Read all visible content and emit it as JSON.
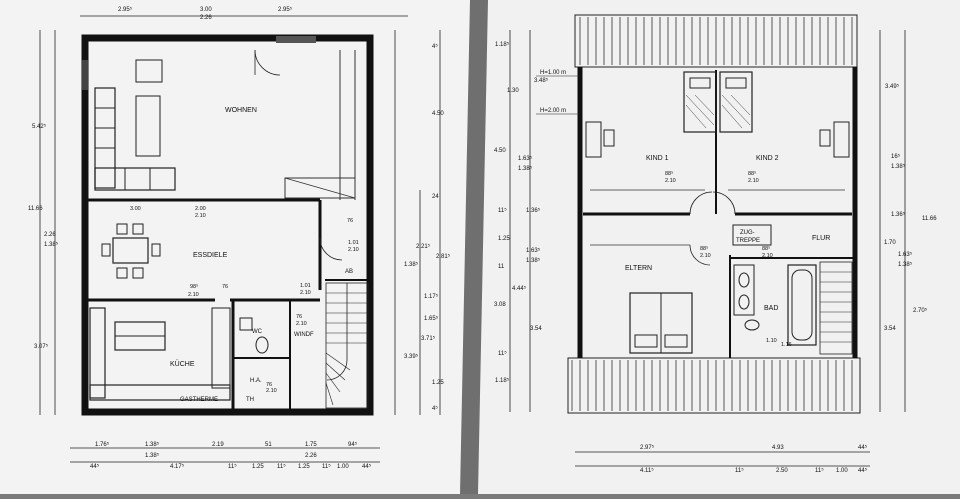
{
  "ground_floor": {
    "rooms": {
      "wohnen": "WOHNEN",
      "essdiele": "ESSDIELE",
      "kueche": "KÜCHE",
      "wc": "WC",
      "windf": "WINDF",
      "ha": "H.A.",
      "gastherme": "GASTHERME",
      "th": "TH",
      "ab": "AB"
    },
    "dims_top": [
      "2.95⁵",
      "3.00",
      "2.26",
      "2.95⁵"
    ],
    "dims_left": [
      "5.42⁵",
      "11.66",
      "2.26",
      "1.38⁵",
      "3.07⁵"
    ],
    "dims_right_outer": [
      "4.50",
      "2.81⁵",
      "3.39⁵"
    ],
    "dims_right_inner": [
      "4⁵",
      "24",
      "2.21⁵",
      "1.38⁵",
      "1.17⁵",
      "1.65⁵",
      "3.71⁵",
      "1.25",
      "4⁵"
    ],
    "dims_bottom_1": [
      "1.76⁵",
      "1.38⁵",
      "2.19",
      "51",
      "1.75",
      "94⁵"
    ],
    "dims_bottom_2": [
      "1.38⁵",
      "2.26"
    ],
    "dims_bottom_3": [
      "44⁵",
      "4.17⁵",
      "11⁵",
      "1.25",
      "11⁵",
      "1.25",
      "11⁵",
      "1.00",
      "44⁵"
    ],
    "openings": [
      "3.00",
      "2.00",
      "2.10",
      "76",
      "1.01",
      "2.10",
      "98⁵",
      "2.10",
      "76",
      "1.01",
      "2.10",
      "76",
      "2.10",
      "76",
      "2.10"
    ]
  },
  "upper_floor": {
    "rooms": {
      "kind1": "KIND 1",
      "kind2": "KIND 2",
      "eltern": "ELTERN",
      "bad": "BAD",
      "flur": "FLUR",
      "zugtreppe_1": "ZUG-",
      "zugtreppe_2": "TREPPE"
    },
    "headroom": [
      "H=1.00 m",
      "H=2.00 m"
    ],
    "dims_left": [
      "1.18⁵",
      "1.30",
      "4.50",
      "1.63⁵",
      "1.38⁵",
      "11⁵",
      "1.25",
      "11",
      "3.08",
      "11⁵",
      "1.18⁵"
    ],
    "dims_left_inner": [
      "3.48⁵",
      "1.36⁵",
      "1.63⁵",
      "1.38⁵",
      "4.44⁵",
      "3.54"
    ],
    "dims_right": [
      "3.49⁵",
      "16⁵",
      "1.38⁵",
      "1.36⁵",
      "11.66",
      "1.70",
      "1.63⁵",
      "1.38⁵",
      "2.70⁵",
      "3.54"
    ],
    "dims_bottom_1": [
      "2.97⁵",
      "4.93",
      "44⁵"
    ],
    "dims_bottom_2": [
      "4.11⁵",
      "11⁵",
      "2.50",
      "11⁵",
      "1.00",
      "44⁵"
    ],
    "openings": [
      "88⁵",
      "2.10",
      "88⁵",
      "2.10",
      "88⁵",
      "2.10",
      "88⁵",
      "2.10",
      "1.10",
      "1.16"
    ]
  }
}
